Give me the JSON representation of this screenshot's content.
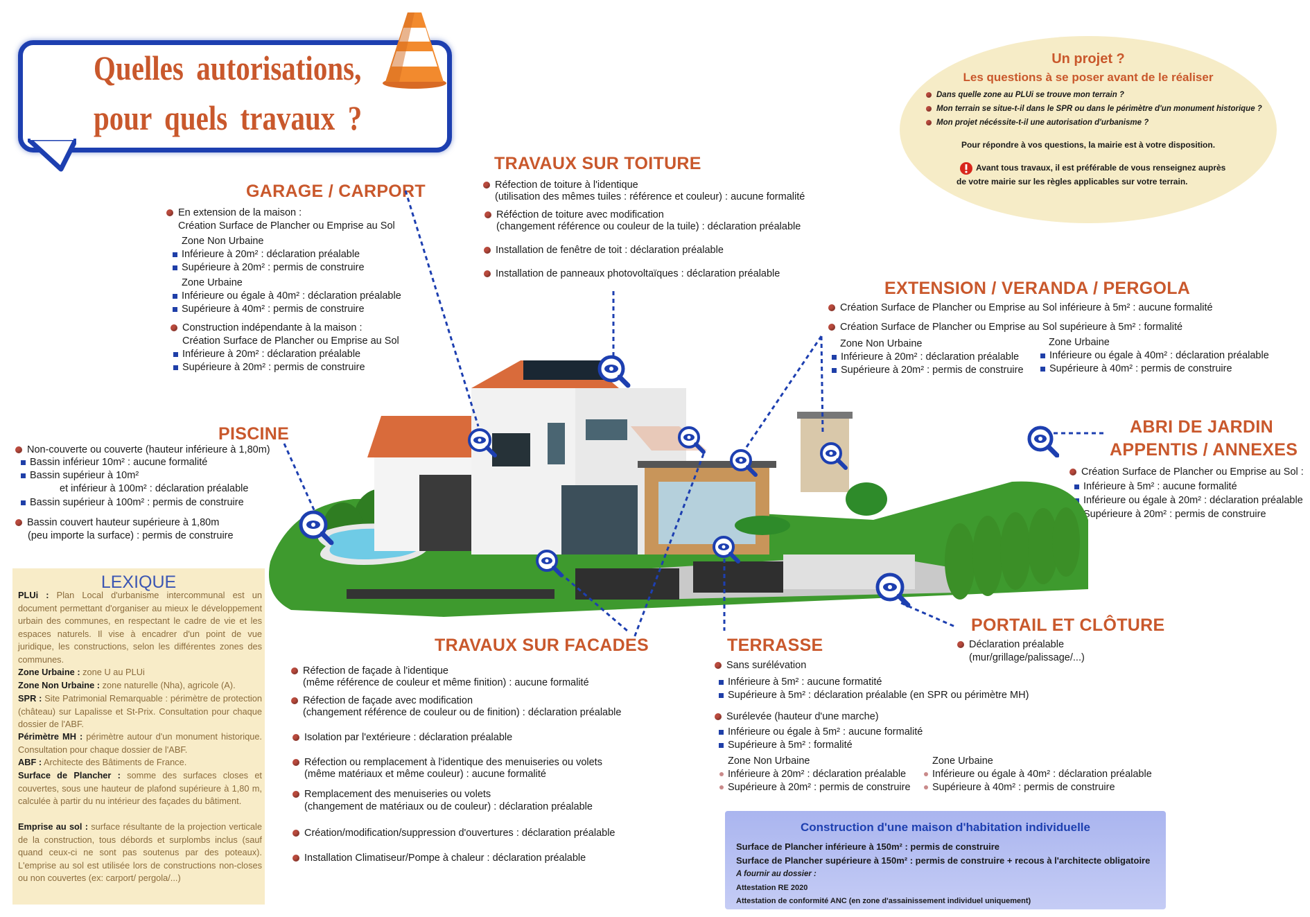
{
  "title": {
    "line1": "Quelles autorisations,",
    "line2": "pour quels travaux ?"
  },
  "projet": {
    "title": "Un projet ?",
    "subtitle": "Les questions à se poser avant de le réaliser",
    "questions": [
      "Dans quelle zone au PLUi se trouve mon terrain ?",
      "Mon terrain se situe-t-il dans le SPR ou dans le périmètre d'un monument historique ?",
      "Mon projet nécéssite-t-il une autorisation d'urbanisme ?"
    ],
    "contact": "Pour répondre à vos questions, la mairie est à votre disposition.",
    "warning_l1": "Avant tous travaux, il est préférable de vous renseignez auprès",
    "warning_l2": "de votre mairie sur les règles applicables sur votre terrain."
  },
  "garage": {
    "title": "GARAGE / CARPORT",
    "l1": "En extension de la maison :",
    "l2": "Création Surface de Plancher ou Emprise au Sol",
    "l3": "Zone Non Urbaine",
    "l4": "Inférieure à 20m² : déclaration préalable",
    "l5": "Supérieure à 20m² : permis de construire",
    "l6": "Zone Urbaine",
    "l7": "Inférieure ou égale à 40m² : déclaration préalable",
    "l8": "Supérieure à 40m² : permis de construire",
    "l9": "Construction indépendante à la maison :",
    "l10": "Création Surface de Plancher ou Emprise au Sol",
    "l11": "Inférieure à 20m² : déclaration préalable",
    "l12": "Supérieure à 20m² : permis de construire"
  },
  "toiture": {
    "title": "TRAVAUX SUR TOITURE",
    "l1": "Réfection de toiture à l'identique",
    "l2": "(utilisation des mêmes tuiles : référence et couleur) : aucune formalité",
    "l3": "Réféction de toiture avec modification",
    "l4": "(changement référence ou couleur de la tuile) : déclaration préalable",
    "l5": "Installation de fenêtre de toit : déclaration préalable",
    "l6": "Installation de panneaux photovoltaïques : déclaration préalable"
  },
  "extension": {
    "title": "EXTENSION / VERANDA / PERGOLA",
    "l1": "Création Surface de Plancher ou Emprise au Sol inférieure à 5m² : aucune formalité",
    "l2": "Création Surface de Plancher ou Emprise au Sol supérieure à 5m² : formalité",
    "znu": "Zone Non Urbaine",
    "znu1": "Inférieure à 20m² : déclaration préalable",
    "znu2": "Supérieure à 20m² : permis de construire",
    "zu": "Zone Urbaine",
    "zu1": "Inférieure ou égale à 40m² : déclaration préalable",
    "zu2": "Supérieure à 40m² : permis de construire"
  },
  "piscine": {
    "title": "PISCINE",
    "l1": "Non-couverte ou couverte (hauteur inférieure à 1,80m)",
    "l2": "Bassin inférieur 10m² : aucune formalité",
    "l3": "Bassin supérieur à 10m²",
    "l4": "et inférieur à 100m² : déclaration préalable",
    "l5": "Bassin supérieur à 100m² : permis de construire",
    "l6": "Bassin couvert hauteur supérieure à 1,80m",
    "l7": "(peu importe la surface) : permis de construire"
  },
  "abri": {
    "title1": "ABRI DE JARDIN",
    "title2": "APPENTIS / ANNEXES",
    "l1": "Création Surface de Plancher ou Emprise au Sol :",
    "l2": "Inférieure à 5m² : aucune formalité",
    "l3": "Inférieure ou égale à 20m² : déclaration préalable",
    "l4": "Supérieure à 20m² : permis de construire"
  },
  "lexique": {
    "title": "LEXIQUE",
    "plui_k": "PLUi :",
    "plui_v": "Plan Local d'urbanisme intercommunal est un document permettant d'organiser au mieux le développement urbain des communes, en respectant le cadre de vie et les espaces naturels. Il vise à encadrer d'un point de vue juridique, les constructions, selon les différentes zones des communes.",
    "zu_k": "Zone Urbaine :",
    "zu_v": "zone U au PLUi",
    "znu_k": "Zone Non Urbaine :",
    "znu_v": "zone naturelle (Nha), agricole (A).",
    "spr_k": "SPR :",
    "spr_v": "Site Patrimonial Remarquable : périmètre de protection (château) sur Lapalisse et St-Prix. Consultation pour chaque dossier de l'ABF.",
    "mh_k": "Périmètre MH :",
    "mh_v": "périmètre autour d'un monument historique. Consultation pour chaque dossier de l'ABF.",
    "abf_k": "ABF :",
    "abf_v": "Architecte des Bâtiments de France.",
    "sdp_k": "Surface de Plancher :",
    "sdp_v": "somme des surfaces closes et couvertes, sous une hauteur de plafond supérieure à 1,80 m, calculée à partir du nu intérieur des façades du bâtiment.",
    "es_k": "Emprise au sol :",
    "es_v": "surface résultante de la projection verticale de la construction, tous débords et surplombs inclus (sauf quand ceux-ci ne sont pas soutenus par des poteaux). L'emprise au sol est utilisée lors de constructions non-closes ou non couvertes (ex: carport/ pergola/...)"
  },
  "facades": {
    "title": "TRAVAUX SUR FACADES",
    "l1": "Réfection de façade à l'identique",
    "l2": "(même référence de couleur et même finition) : aucune formalité",
    "l3": "Réfection de façade avec modification",
    "l4": "(changement référence de couleur ou de finition) : déclaration préalable",
    "l5": "Isolation par l'extérieure : déclaration préalable",
    "l6": "Réfection ou remplacement à l'identique des menuiseries ou volets",
    "l7": "(même matériaux et même couleur) : aucune formalité",
    "l8": "Remplacement des menuiseries ou volets",
    "l9": "(changement de matériaux ou de couleur) : déclaration préalable",
    "l10": "Création/modification/suppression d'ouvertures : déclaration préalable",
    "l11": "Installation Climatiseur/Pompe à chaleur : déclaration préalable"
  },
  "terrasse": {
    "title": "TERRASSE",
    "l1": "Sans surélévation",
    "l2": "Inférieure à 5m² : aucune formatité",
    "l3": "Supérieure à 5m² : déclaration préalable (en SPR ou périmètre MH)",
    "l4": "Surélevée (hauteur d'une marche)",
    "l5": "Inférieure ou égale à 5m² : aucune formalité",
    "l6": "Supérieure à 5m² : formalité",
    "znu": "Zone Non Urbaine",
    "znu1": "Inférieure à 20m² : déclaration préalable",
    "znu2": "Supérieure à 20m² : permis de construire",
    "zu": "Zone Urbaine",
    "zu1": "Inférieure ou égale à 40m² : déclaration préalable",
    "zu2": "Supérieure à 40m² : permis de construire"
  },
  "portail": {
    "title": "PORTAIL ET CLÔTURE",
    "l1": "Déclaration préalable",
    "l2": "(mur/grillage/palissage/...)"
  },
  "maison": {
    "title": "Construction d'une maison d'habitation individuelle",
    "l1": "Surface de Plancher inférieure à 150m² : permis de construire",
    "l2": "Surface de Plancher supérieure à 150m² : permis de construire + recous à l'architecte obligatoire",
    "l3": "A fournir au dossier :",
    "l4": "Attestation RE 2020",
    "l5": "Attestation de conformité ANC (en zone d'assainissement individuel uniquement)"
  },
  "icons": [
    "traffic-cone-icon",
    "magnifier-eye-icon",
    "warning-icon"
  ],
  "colors": {
    "accent": "#c9582c",
    "frame": "#1d3fb0",
    "projet_bg": "#f6ecc7",
    "lexique_bg": "#f8ecc8",
    "maison_bg": "#b3bdf1"
  }
}
